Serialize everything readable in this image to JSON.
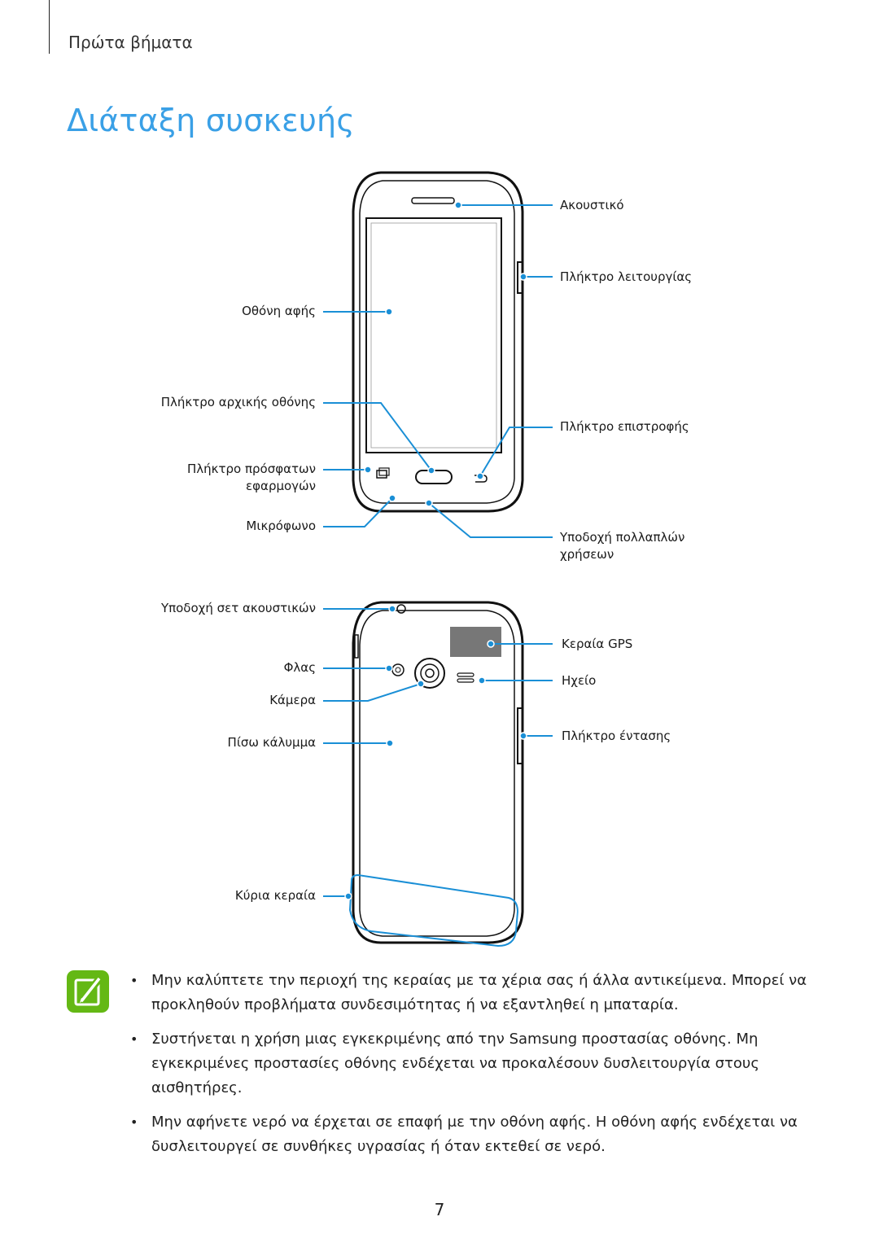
{
  "header": {
    "section": "Πρώτα βήματα",
    "title": "Διάταξη συσκευής"
  },
  "front_labels": {
    "earpiece": "Ακουστικό",
    "power_key": "Πλήκτρο λειτουργίας",
    "touchscreen": "Οθόνη αφής",
    "home_key": "Πλήκτρο αρχικής οθόνης",
    "back_key": "Πλήκτρο επιστροφής",
    "recent_apps_key_1": "Πλήκτρο πρόσφατων",
    "recent_apps_key_2": "εφαρμογών",
    "microphone": "Μικρόφωνο",
    "multipurpose_jack_1": "Υποδοχή πολλαπλών",
    "multipurpose_jack_2": "χρήσεων"
  },
  "back_labels": {
    "headset_jack": "Υποδοχή σετ ακουστικών",
    "gps_antenna": "Κεραία GPS",
    "flash": "Φλας",
    "speaker": "Ηχείο",
    "camera": "Κάμερα",
    "back_cover": "Πίσω κάλυμμα",
    "volume_key": "Πλήκτρο έντασης",
    "main_antenna": "Κύρια κεραία"
  },
  "notes": [
    "Μην καλύπτετε την περιοχή της κεραίας με τα χέρια σας ή άλλα αντικείμενα. Μπορεί να προκληθούν προβλήματα συνδεσιμότητας ή να εξαντληθεί η μπαταρία.",
    "Συστήνεται η χρήση μιας εγκεκριμένης από την Samsung προστασίας οθόνης. Μη εγκεκριμένες προστασίες οθόνης ενδέχεται να προκαλέσουν δυσλειτουργία στους αισθητήρες.",
    "Μην αφήνετε νερό να έρχεται σε επαφή με την οθόνη αφής. Η οθόνη αφής ενδέχεται να δυσλειτουργεί σε συνθήκες υγρασίας ή όταν εκτεθεί σε νερό."
  ],
  "page_number": "7",
  "colors": {
    "accent": "#3aa0e6",
    "callout": "#1a8fd6",
    "note_icon": "#64b814"
  }
}
